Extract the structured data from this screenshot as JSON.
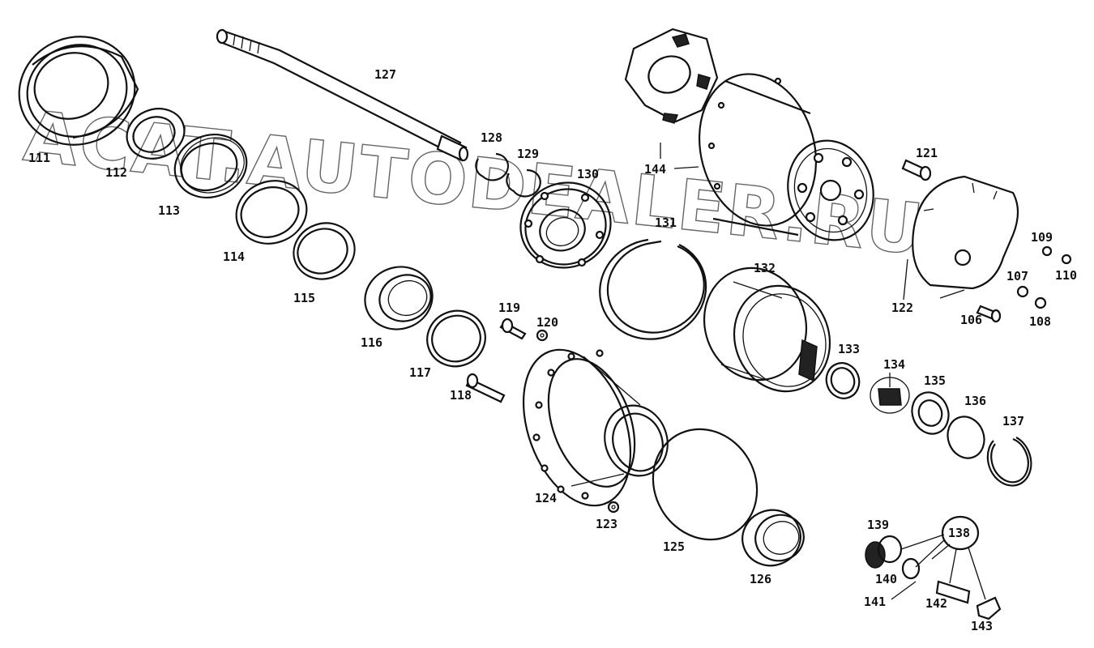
{
  "watermark": "ACAT.AUTODEALER.RU",
  "labels": {
    "p106": "106",
    "p107": "107",
    "p108": "108",
    "p109": "109",
    "p110": "110",
    "p111": "111",
    "p112": "112",
    "p113": "113",
    "p114": "114",
    "p115": "115",
    "p116": "116",
    "p117": "117",
    "p118": "118",
    "p119": "119",
    "p120": "120",
    "p121": "121",
    "p122": "122",
    "p123": "123",
    "p124": "124",
    "p125": "125",
    "p126": "126",
    "p127": "127",
    "p128": "128",
    "p129": "129",
    "p130": "130",
    "p131": "131",
    "p132": "132",
    "p133": "133",
    "p134": "134",
    "p135": "135",
    "p136": "136",
    "p137": "137",
    "p138": "138",
    "p139": "139",
    "p140": "140",
    "p141": "141",
    "p142": "142",
    "p143": "143",
    "p144": "144"
  }
}
